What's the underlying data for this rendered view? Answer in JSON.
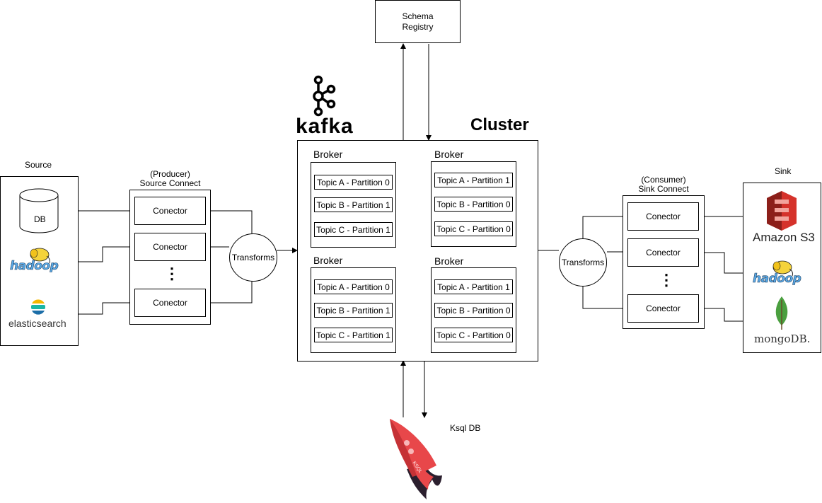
{
  "source": {
    "title": "Source",
    "db_label": "DB",
    "logos": {
      "hadoop": "hadoop",
      "elastic": "elasticsearch"
    }
  },
  "source_connect": {
    "title_line1": "(Producer)",
    "title_line2": "Source Connect",
    "connectors": [
      "Conector",
      "Conector",
      "Conector"
    ],
    "ellipsis": "⋮"
  },
  "transforms_left": "Transforms",
  "schema_registry": {
    "line1": "Schema",
    "line2": "Registry"
  },
  "kafka_logo_text": "kafka",
  "cluster": {
    "title": "Cluster",
    "brokers": [
      {
        "title": "Broker",
        "topics": [
          "Topic A - Partition 0",
          "Topic B - Partition 1",
          "Topic C - Partition 1"
        ]
      },
      {
        "title": "Broker",
        "topics": [
          "Topic A - Partition 1",
          "Topic  B - Partition 0",
          "Topic C - Partition 0"
        ]
      },
      {
        "title": "Broker",
        "topics": [
          "Topic A - Partition 0",
          "Topic B - Partition 1",
          "Topic C - Partition 1"
        ]
      },
      {
        "title": "Broker",
        "topics": [
          "Topic A - Partition 1",
          "Topic  B - Partition 0",
          "Topic C - Partition 0"
        ]
      }
    ]
  },
  "transforms_right": "Transforms",
  "sink_connect": {
    "title_line1": "(Consumer)",
    "title_line2": "Sink Connect",
    "connectors": [
      "Conector",
      "Conector",
      "Conector"
    ],
    "ellipsis": "⋮"
  },
  "sink": {
    "title": "Sink",
    "logos": {
      "s3": "Amazon S3",
      "hadoop": "hadoop",
      "mongo": "mongoDB."
    }
  },
  "ksql": {
    "label": "Ksql DB",
    "logo_text": "KSQL"
  },
  "colors": {
    "s3_red": "#d5322b",
    "hadoop_blue": "#5aa9e6",
    "hadoop_yellow": "#f5d33b",
    "elastic_yellow": "#f5b800",
    "elastic_teal": "#1bb6a5",
    "elastic_blue": "#1c6ea8",
    "mongo_green": "#4a9f3f",
    "ksql_red": "#e8474a",
    "ksql_dark": "#2b1f2e"
  }
}
